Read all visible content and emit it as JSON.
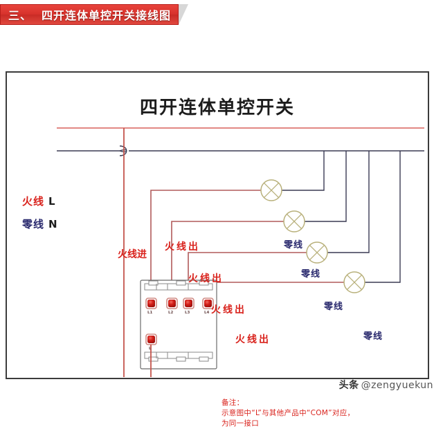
{
  "header": {
    "section_number": "三、",
    "title": "四开连体单控开关接线图"
  },
  "diagram": {
    "title": "四开连体单控开关",
    "bus_labels": {
      "live_cn": "火线",
      "live_en": "L",
      "neutral_cn": "零线",
      "neutral_en": "N"
    },
    "live_in_label": "火线进",
    "live_out_labels": [
      "火线出",
      "火线出",
      "火线出",
      "火线出"
    ],
    "neutral_labels": [
      "零线",
      "零线",
      "零线",
      "零线"
    ],
    "switch": {
      "terminals_top": [
        "L1",
        "L2",
        "L3",
        "L4"
      ],
      "terminal_bottom": "L"
    },
    "lamp_count": 4
  },
  "remark": {
    "line1": "备注：",
    "line2": "示意图中“L”与其他产品中“COM”对应，",
    "line3": "为同一接口"
  },
  "watermark": {
    "platform": "头条",
    "handle": "@zengyuekun"
  },
  "colors": {
    "banner_red": "#d8322c",
    "live_red": "#d9221c",
    "wire_live": "#b05a5a",
    "wire_live_bright": "#e05a52",
    "neutral_navy": "#2a2a6e",
    "wire_neutral": "#3a3a52",
    "lamp_khaki": "#b8b07a",
    "terminal_red": "#cc1f18",
    "frame_dark": "#3b3b3b"
  }
}
